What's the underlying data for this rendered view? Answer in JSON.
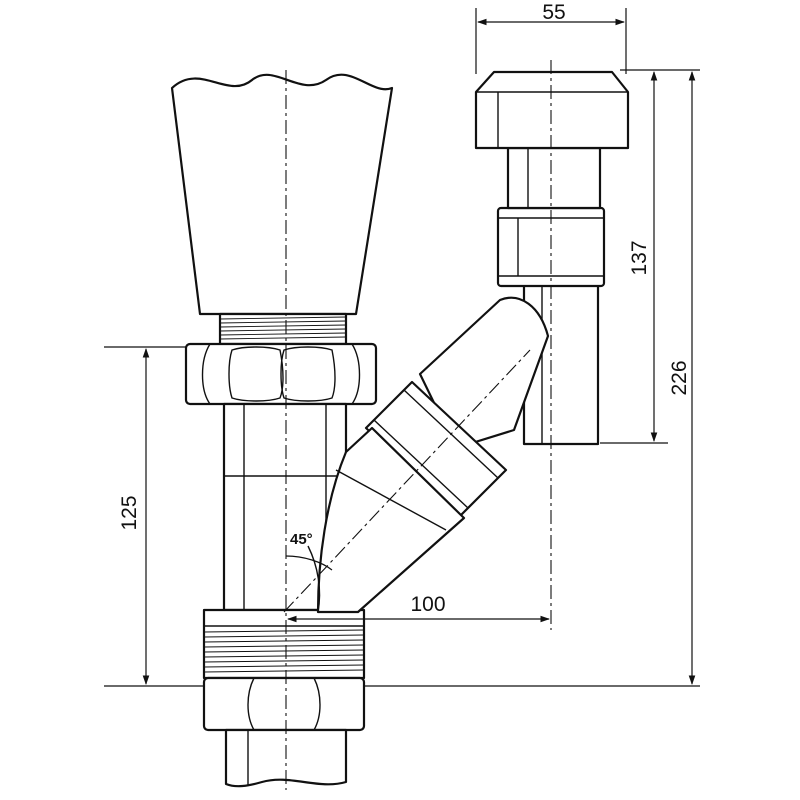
{
  "dimensions": {
    "top_width": "55",
    "upper_height": "137",
    "overall_height": "226",
    "lower_height": "125",
    "horizontal_offset": "100"
  },
  "angle": "45°",
  "colors": {
    "line": "#111111",
    "fill": "#ffffff"
  }
}
